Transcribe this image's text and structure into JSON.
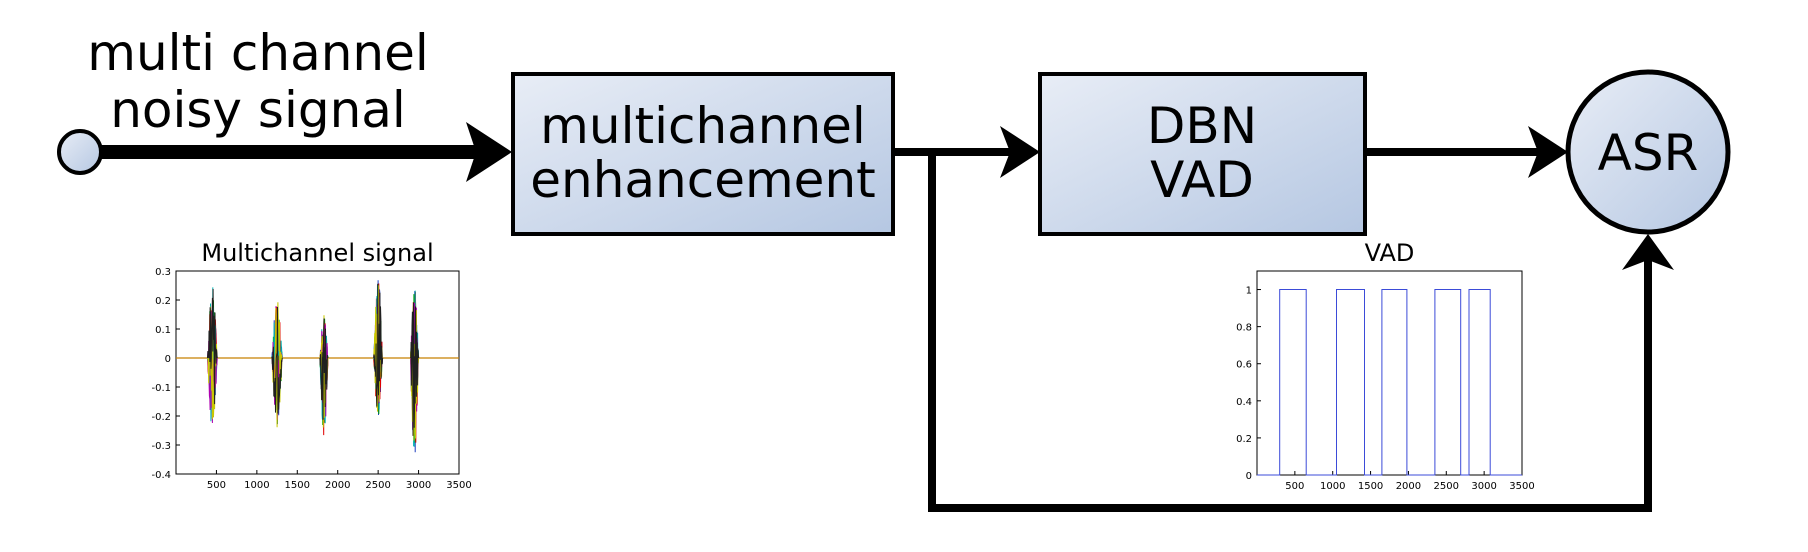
{
  "input_label": {
    "line1": "multi channel",
    "line2": "noisy signal"
  },
  "blocks": {
    "enhancement": {
      "line1": "multichannel",
      "line2": "enhancement"
    },
    "dbn_vad": {
      "line1": "DBN",
      "line2": "VAD"
    },
    "asr": {
      "label": "ASR"
    }
  },
  "colors": {
    "block_fill_start": "#e8edf6",
    "block_fill_end": "#b5c7e2",
    "stroke": "#000000",
    "vad_line": "#3b4bd8"
  },
  "chart_data": [
    {
      "type": "line",
      "title": "Multichannel signal",
      "xlim": [
        0,
        3500
      ],
      "ylim": [
        -0.4,
        0.3
      ],
      "xticks": [
        500,
        1000,
        1500,
        2000,
        2500,
        3000,
        3500
      ],
      "yticks": [
        0.3,
        0.2,
        0.1,
        0,
        -0.1,
        -0.2,
        -0.3,
        -0.4
      ],
      "series_colors": [
        "#1f3fbf",
        "#00a000",
        "#e00000",
        "#00b0b0",
        "#b000b0",
        "#c8c800",
        "#202020"
      ],
      "bursts": [
        {
          "center": 450,
          "width": 120,
          "max": 0.25,
          "min": -0.25
        },
        {
          "center": 1250,
          "width": 130,
          "max": 0.2,
          "min": -0.24
        },
        {
          "center": 1830,
          "width": 100,
          "max": 0.15,
          "min": -0.27
        },
        {
          "center": 2500,
          "width": 110,
          "max": 0.28,
          "min": -0.2
        },
        {
          "center": 2950,
          "width": 100,
          "max": 0.25,
          "min": -0.34
        }
      ]
    },
    {
      "type": "line",
      "title": "VAD",
      "xlim": [
        0,
        3500
      ],
      "ylim": [
        0,
        1.1
      ],
      "xticks": [
        500,
        1000,
        1500,
        2000,
        2500,
        3000,
        3500
      ],
      "yticks": [
        1,
        0.8,
        0.6,
        0.4,
        0.2,
        0
      ],
      "x": [
        0,
        300,
        300,
        650,
        650,
        1050,
        1050,
        1420,
        1420,
        1650,
        1650,
        1980,
        1980,
        2350,
        2350,
        2690,
        2690,
        2800,
        2800,
        3080,
        3080,
        3500
      ],
      "y": [
        0,
        0,
        1,
        1,
        0,
        0,
        1,
        1,
        0,
        0,
        1,
        1,
        0,
        0,
        1,
        1,
        0,
        0,
        1,
        1,
        0,
        0
      ]
    }
  ]
}
